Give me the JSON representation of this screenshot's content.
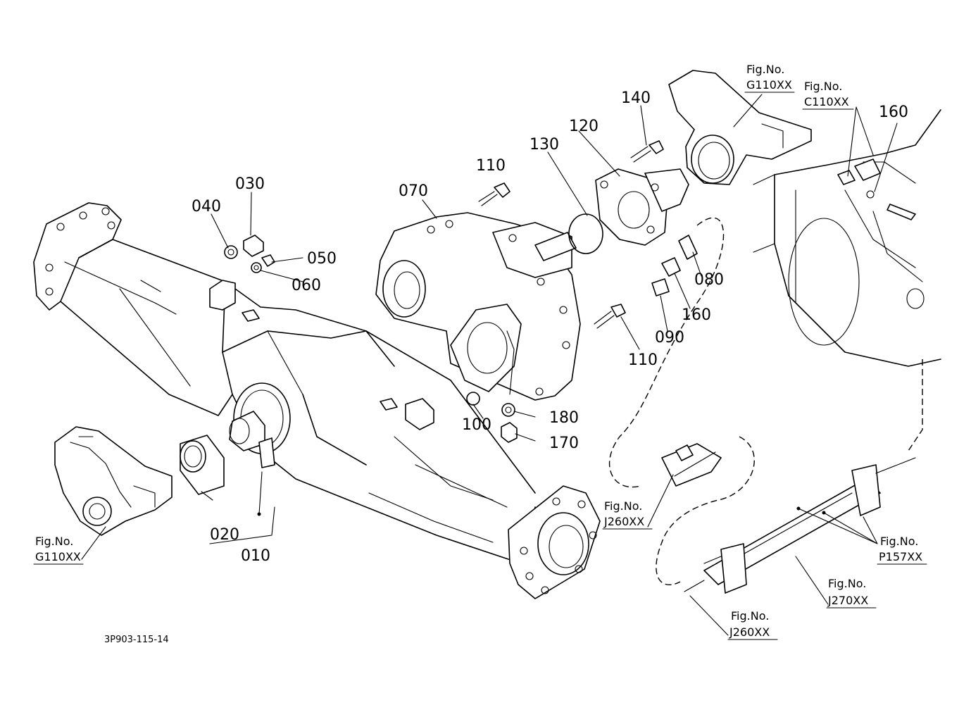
{
  "diagram": {
    "drawing_code": "3P903-115-14",
    "part_numbers": {
      "p010": "010",
      "p020": "020",
      "p030": "030",
      "p040": "040",
      "p050": "050",
      "p060": "060",
      "p070": "070",
      "p080": "080",
      "p090": "090",
      "p100": "100",
      "p110a": "110",
      "p110b": "110",
      "p120": "120",
      "p130": "130",
      "p140": "140",
      "p160a": "160",
      "p160b": "160",
      "p170": "170",
      "p180": "180"
    },
    "figure_refs": {
      "fig_label": "Fig.No.",
      "g110_top": "G110XX",
      "c110": "C110XX",
      "g110_left": "G110XX",
      "j260_mid": "J260XX",
      "p157": "P157XX",
      "j270": "J270XX",
      "j260_bottom": "J260XX"
    }
  }
}
